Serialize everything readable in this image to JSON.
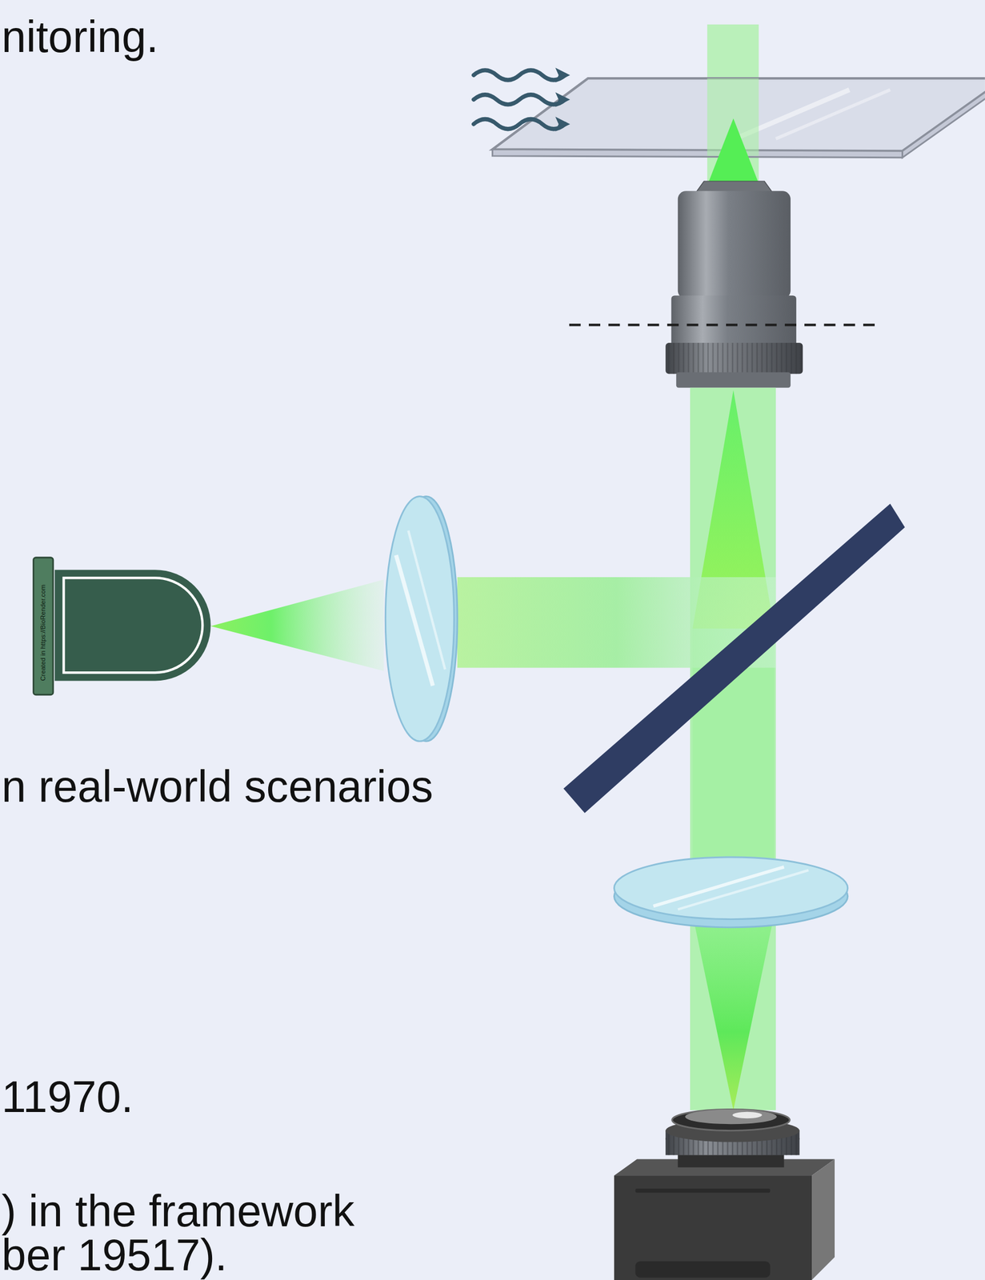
{
  "diagram": {
    "labels": [
      "nitoring.",
      "n real-world scenarios",
      "11970.",
      ") in the framework",
      "ber 19517).",
      "Created in https://BioRender.com"
    ]
  }
}
